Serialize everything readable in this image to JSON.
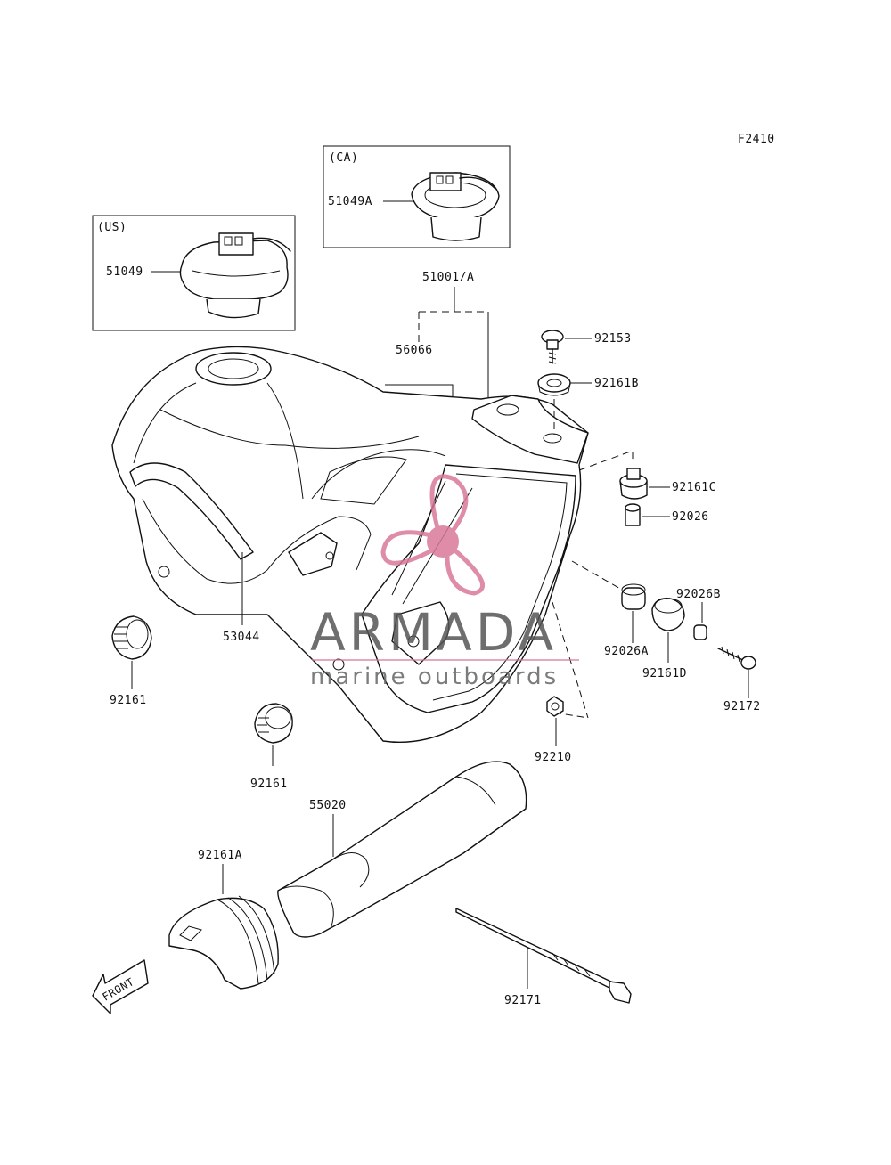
{
  "figure_code": "F2410",
  "callouts": {
    "us_region": "(US)",
    "ca_region": "(CA)",
    "p51049": "51049",
    "p51049a": "51049A",
    "p51001a": "51001/A",
    "p56066": "56066",
    "p92153": "92153",
    "p92161b": "92161B",
    "p92161c": "92161C",
    "p92026": "92026",
    "p92026b": "92026B",
    "p92026a": "92026A",
    "p92161d": "92161D",
    "p92172": "92172",
    "p53044": "53044",
    "p92161_left": "92161",
    "p92161_mid": "92161",
    "p92210": "92210",
    "p55020": "55020",
    "p92161a": "92161A",
    "p92171": "92171",
    "front": "FRONT"
  },
  "watermark": {
    "brand": "ARMADA",
    "tagline": "marine outboards",
    "color": "#d9799a"
  }
}
